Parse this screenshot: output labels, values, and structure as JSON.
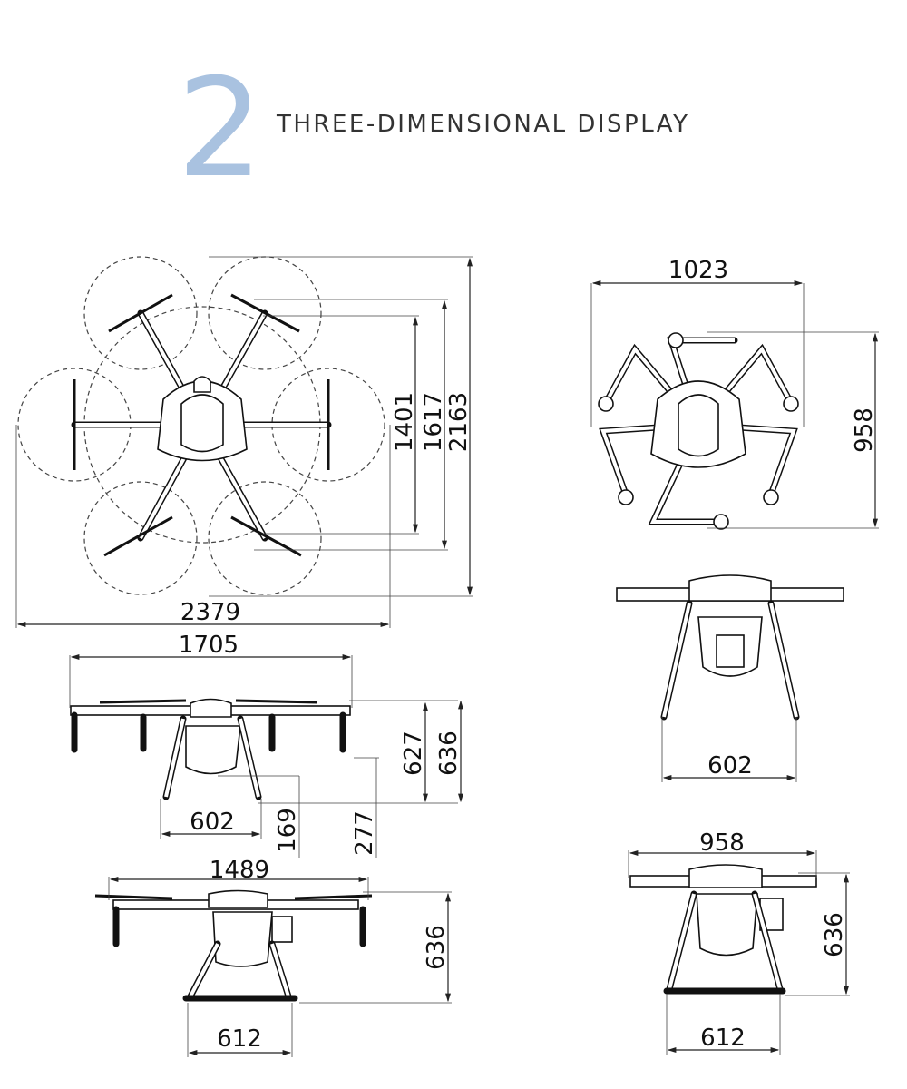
{
  "header": {
    "number": "2",
    "title": "THREE-DIMENSIONAL DISPLAY"
  },
  "accent_color": "#a9c2e0",
  "views": {
    "top_unfolded": {
      "width": "2379",
      "inner_1": "1401",
      "inner_2": "1617",
      "diagonal": "2163"
    },
    "top_folded": {
      "width": "1023",
      "height": "958"
    },
    "front_folded": {
      "leg_span": "602"
    },
    "side_unfolded": {
      "width": "1705",
      "height_1": "627",
      "height_2": "636",
      "leg_span": "602",
      "clearance_1": "169",
      "clearance_2": "277"
    },
    "side_unfolded_2": {
      "width": "1489",
      "height": "636",
      "leg_span": "612"
    },
    "side_folded": {
      "width": "958",
      "height": "636",
      "leg_span": "612"
    }
  }
}
